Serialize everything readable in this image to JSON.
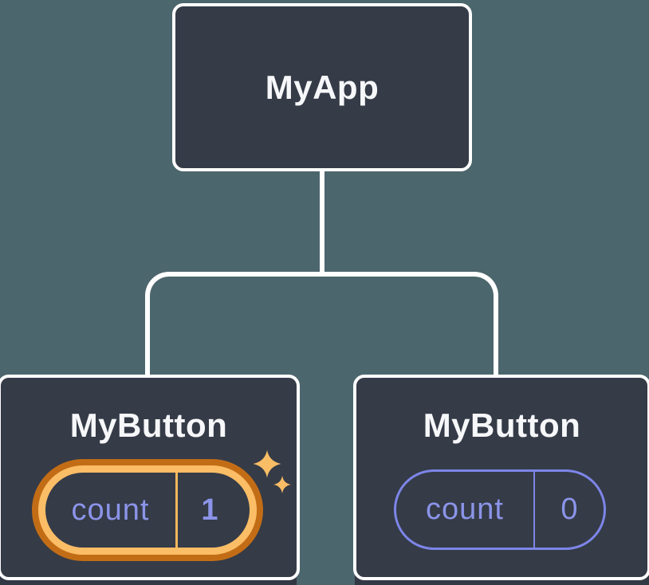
{
  "colors": {
    "page-bg": "#4c666d",
    "node-bg": "#353b47",
    "node-border": "#ffffff",
    "connector": "#ffffff",
    "label-text": "#f6f7f9",
    "state-text": "#8b94e8",
    "pill-outline": "#7d85e8",
    "highlight-gold": "#fbbd66",
    "highlight-orange": "#c26d16",
    "highlight-divider": "#f5b75c",
    "sparkle-gold": "#f9bd66",
    "under-shadow": "#333845"
  },
  "diagram": {
    "root": {
      "label": "MyApp"
    },
    "children": [
      {
        "label": "MyButton",
        "state_name": "count",
        "state_value": "1",
        "highlighted": true
      },
      {
        "label": "MyButton",
        "state_name": "count",
        "state_value": "0",
        "highlighted": false
      }
    ]
  }
}
